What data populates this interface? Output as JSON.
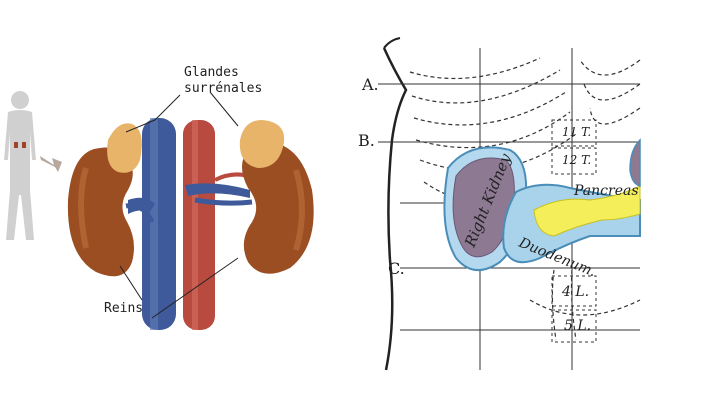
{
  "left": {
    "label_glands_line1": "Glandes",
    "label_glands_line2": "surrénales",
    "label_kidneys": "Reins"
  },
  "right": {
    "levels": {
      "a": "A.",
      "b": "B.",
      "c": "C."
    },
    "vertebrae": {
      "t11": "11 T.",
      "t12": "12 T.",
      "l4": "4 L.",
      "l5": "5 L."
    },
    "organs": {
      "right_kidney": "Right Kidney",
      "duodenum": "Duodenum.",
      "pancreas": "Pancreas"
    }
  },
  "colors": {
    "vena_cava": "#3f5a9a",
    "aorta": "#b84a3f",
    "kidney": "#9a4e22",
    "adrenal": "#e8b46a",
    "duodenum": "#a9d3ea",
    "pancreas": "#f3ee5a",
    "kidney_outline": "#9b8aa6"
  },
  "icons": [
    "human-silhouette-icon",
    "arrow-icon"
  ]
}
